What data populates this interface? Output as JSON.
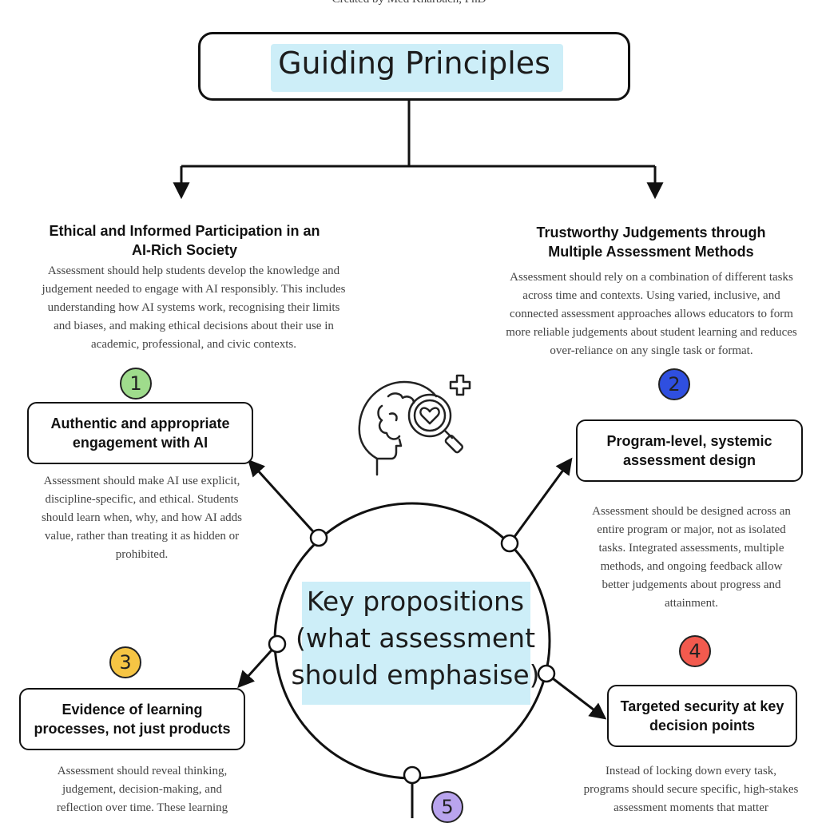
{
  "credit": "Created by Med Kharbach, PhD",
  "title": "Guiding Principles",
  "principles": [
    {
      "heading": "Ethical and Informed Participation in an AI-Rich Society",
      "text": "Assessment should help students develop the knowledge and judgement needed to engage with AI responsibly. This includes understanding how AI systems work, recognising their limits and biases, and making ethical decisions about their use in academic, professional, and civic contexts."
    },
    {
      "heading": "Trustworthy Judgements through Multiple Assessment Methods",
      "text": "Assessment should rely on a combination of different tasks across time and contexts. Using varied, inclusive, and connected assessment approaches allows educators to form more reliable judgements about student learning and reduces over-reliance on any single task or format."
    }
  ],
  "center": {
    "text": "Key propositions (what assessment should emphasise)"
  },
  "icon": "brain-heart-magnifier-icon",
  "propositions": [
    {
      "number": "1",
      "color": "#9fdc8c",
      "title": "Authentic and appropriate engagement with AI",
      "text": "Assessment should make AI use explicit, discipline-specific, and ethical. Students should learn when, why, and how AI adds value, rather than treating it as hidden or prohibited."
    },
    {
      "number": "2",
      "color": "#2f4fe0",
      "title": "Program-level, systemic assessment design",
      "text": "Assessment should be designed across an entire program or major, not as isolated tasks. Integrated assessments, multiple methods, and ongoing feedback allow better judgements about progress and attainment."
    },
    {
      "number": "3",
      "color": "#f6c544",
      "title": "Evidence of learning processes, not just products",
      "text": "Assessment should reveal thinking, judgement, decision-making, and reflection over time. These learning"
    },
    {
      "number": "4",
      "color": "#f25a4e",
      "title": "Targeted security at key decision points",
      "text": "Instead of locking down every task, programs should secure specific, high-stakes assessment moments that matter"
    },
    {
      "number": "5",
      "color": "#b9a4ee"
    }
  ]
}
